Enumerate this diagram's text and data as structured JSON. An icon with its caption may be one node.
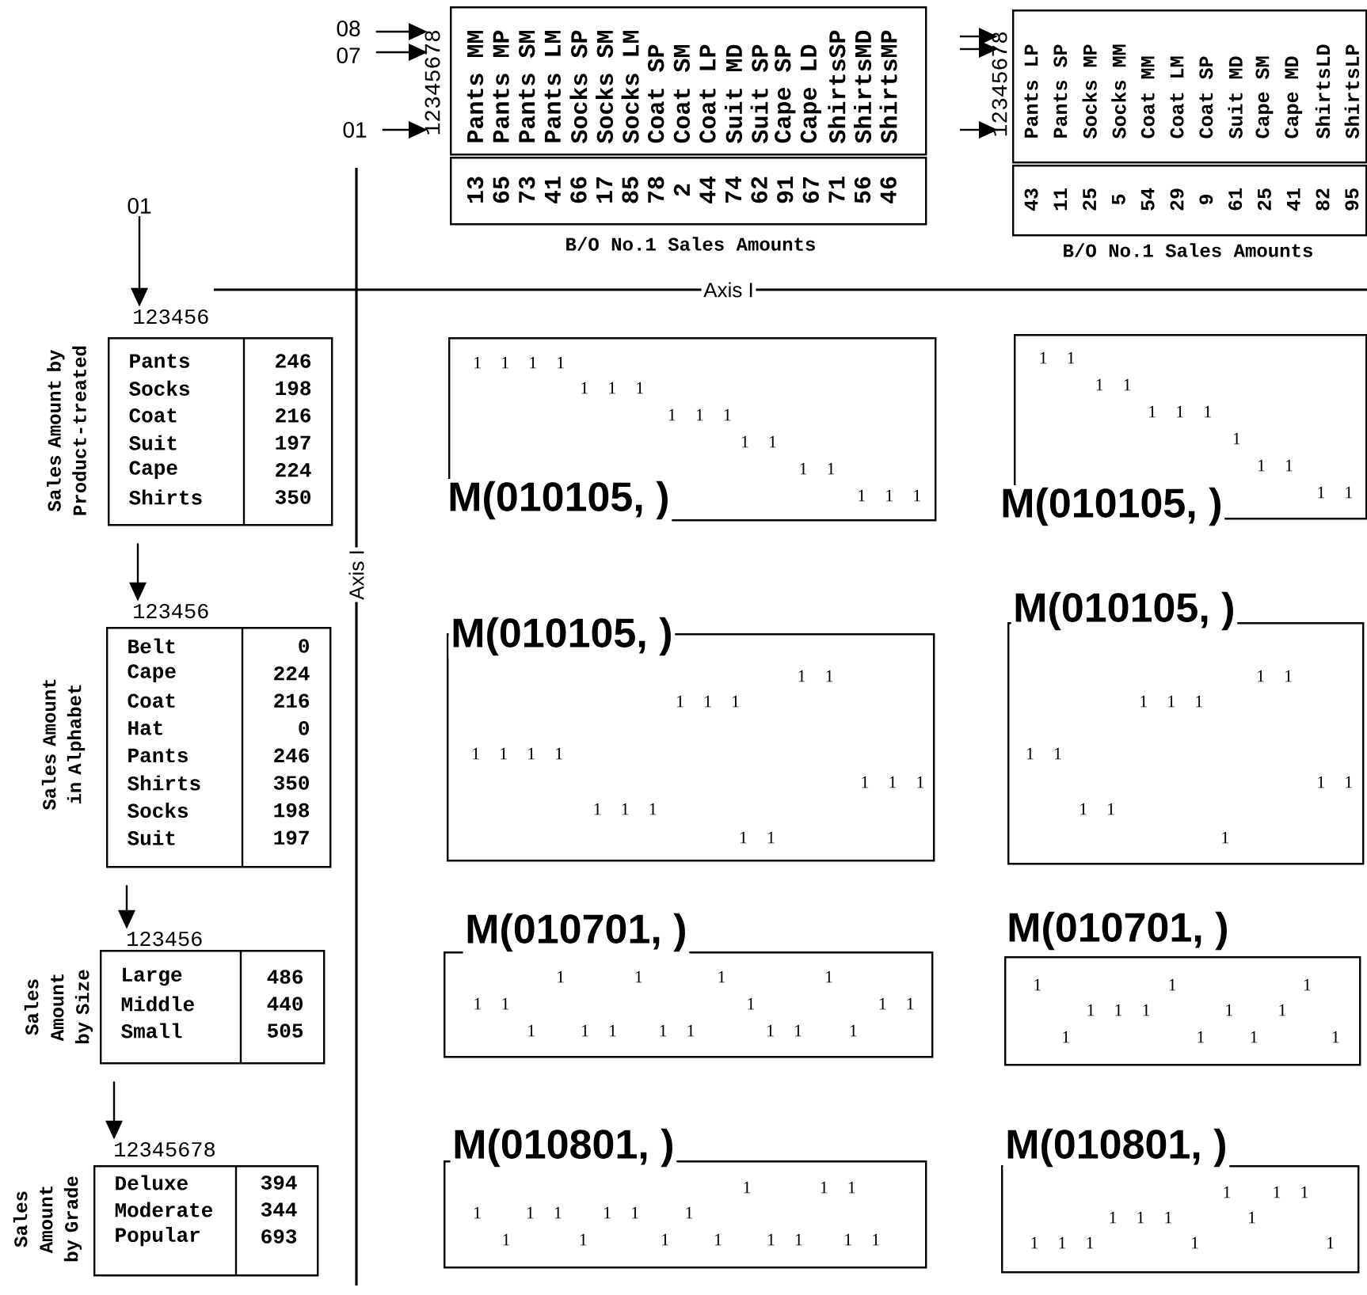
{
  "diagram": {
    "nodes": [
      {
        "text": [
          "08"
        ]
      },
      {
        "text": [
          "07"
        ]
      },
      {
        "text": [
          "01"
        ]
      },
      {
        "text": [
          "12345678",
          "Pants MM",
          "Pants MP",
          "Pants SM",
          "Pants LM",
          "Socks SP",
          "Socks SM",
          "Socks LM",
          "Coat SP",
          "Coat SM",
          "Coat LP",
          "Suit MD",
          "Suit SP",
          "Cape SP",
          "Cape LD",
          "ShirtsSP",
          "ShirtsMD",
          "ShirtsMP"
        ]
      },
      {
        "text": [
          "13",
          "65",
          "73",
          "41",
          "66",
          "17",
          "85",
          "78",
          "2",
          "44",
          "74",
          "62",
          "91",
          "67",
          "71",
          "56",
          "46"
        ],
        "beside": [
          "B/O No.1 Sales Amounts"
        ]
      },
      {
        "text": [
          "12345678",
          "Pants LP",
          "Pants SP",
          "Socks MP",
          "Socks MM",
          "Coat MM",
          "Coat LM",
          "Coat SP",
          "Suit MD",
          "Cape SM",
          "Cape MD",
          "ShirtsLD",
          "ShirtsLP"
        ]
      },
      {
        "text": [
          "43",
          "11",
          "25",
          "5",
          "54",
          "29",
          "9",
          "61",
          "25",
          "41",
          "82",
          "95"
        ],
        "beside": [
          "B/O No.1 Sales Amounts"
        ]
      },
      {
        "text": [
          "01"
        ]
      },
      {
        "text": [
          "123456",
          "Pants",
          "Socks",
          "Coat",
          "Suit",
          "Cape",
          "Shirts",
          "246",
          "198",
          "216",
          "197",
          "224",
          "350"
        ],
        "beside": [
          "Sales Amount by Product-treated"
        ]
      },
      {
        "text": [
          "123456",
          "Belt",
          "Cape",
          "Coat",
          "Hat",
          "Pants",
          "Shirts",
          "Socks",
          "Suit",
          "0",
          "224",
          "216",
          "0",
          "246",
          "350",
          "198",
          "197"
        ],
        "beside": [
          "Sales Amount in Alphabet"
        ]
      },
      {
        "text": [
          "123456",
          "Large",
          "Middle",
          "Small",
          "486",
          "440",
          "505"
        ],
        "beside": [
          "Sales Amount by Size"
        ]
      },
      {
        "text": [
          "12345678",
          "Deluxe",
          "Moderate",
          "Popular",
          "394",
          "344",
          "693"
        ],
        "beside": [
          "Sales Amount by Grade"
        ]
      },
      {
        "text": [
          "M(010105, )",
          "1 1 1 1",
          "1 1 1",
          "1 1 1",
          "1 1",
          "1 1",
          "1 1 1"
        ]
      },
      {
        "text": [
          "M(010105, )",
          "1 1",
          "1 1",
          "1 1 1",
          "1",
          "1 1",
          "1 1"
        ]
      },
      {
        "text": [
          "M(010105, )",
          "1 1",
          "1 1 1",
          "1 1 1 1",
          "1 1 1",
          "1 1 1",
          "1 1"
        ]
      },
      {
        "text": [
          "M(010105, )",
          "1 1",
          "1 1 1",
          "1 1",
          "1 1",
          "1 1",
          "1"
        ]
      },
      {
        "text": [
          "M(010701, )",
          "1",
          "1",
          "1",
          "1",
          "1 1",
          "1",
          "1 1",
          "1",
          "1 1",
          "1 1",
          "1 1",
          "1"
        ]
      },
      {
        "text": [
          "M(010701, )",
          "1",
          "1",
          "1",
          "1 1 1",
          "1",
          "1",
          "1",
          "1",
          "1",
          "1"
        ]
      },
      {
        "text": [
          "M(010801, )",
          "1",
          "1 1",
          "1",
          "1 1",
          "1 1",
          "1",
          "1",
          "1",
          "1",
          "1",
          "1 1",
          "1 1"
        ]
      },
      {
        "text": [
          "M(010801, )",
          "1",
          "1 1",
          "1 1 1",
          "1",
          "1 1 1",
          "1",
          "1"
        ]
      }
    ],
    "edges": [
      {
        "from": 0,
        "to": 3,
        "arrow": "to"
      },
      {
        "from": 1,
        "to": 3,
        "arrow": "to"
      },
      {
        "from": 2,
        "to": 3,
        "arrow": "to"
      },
      {
        "from": null,
        "to": 5,
        "arrow": "to"
      },
      {
        "from": null,
        "to": 5,
        "arrow": "to"
      },
      {
        "from": null,
        "to": 5,
        "arrow": "to"
      },
      {
        "from": 7,
        "to": 8,
        "arrow": "to"
      },
      {
        "from": 8,
        "to": 9,
        "arrow": "to"
      },
      {
        "from": 9,
        "to": 10,
        "arrow": "to"
      },
      {
        "from": 10,
        "to": 11,
        "arrow": "to"
      }
    ],
    "labels": [
      "Axis I",
      "Axis I"
    ]
  }
}
